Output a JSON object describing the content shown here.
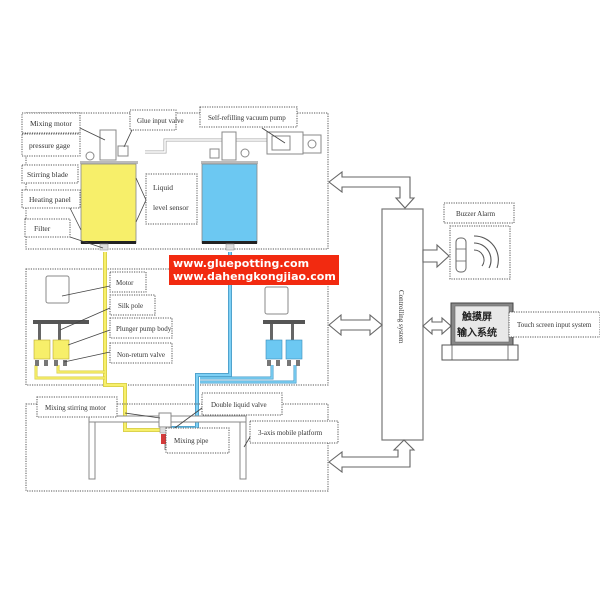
{
  "title": "Dual-component glue potting machine system diagram",
  "colors": {
    "component_a": "#f7ef6a",
    "component_b": "#6cc8f2",
    "watermark_bg": "#f22a10",
    "outline": "#555555"
  },
  "watermark": {
    "line1": "www.gluepotting.com",
    "line2": "www.dahengkongjiao.com"
  },
  "tank_section": {
    "labels": {
      "mixing_motor": "Mixing motor",
      "pressure_gage": "pressure gage",
      "stirring_blade": "Stirring blade",
      "heating_panel": "Heating panel",
      "filter": "Filter",
      "glue_input_valve": "Glue input valve",
      "self_refilling_vacuum_pump": "Self-refilling vacuum pump",
      "liquid": "Liquid",
      "level_sensor": "level sensor"
    }
  },
  "pump_section": {
    "labels": {
      "motor": "Motor",
      "silk_pole": "Silk pole",
      "plunger_pump_body": "Plunger pump body",
      "non_return_valve": "Non-return valve"
    }
  },
  "platform_section": {
    "labels": {
      "mixing_stirring_motor": "Mixing stirring motor",
      "double_liquid_valve": "Double liquid valve",
      "mixing_pipe": "Mixing pipe",
      "three_axis_platform": "3-axis mobile platform"
    }
  },
  "control": {
    "controlling_system": "Controlling system",
    "buzzer_alarm": "Buzzer Alarm",
    "touch_screen_label": "Touch screen input system",
    "touch_screen_text_line1": "触摸屏",
    "touch_screen_text_line2": "输入系统"
  }
}
